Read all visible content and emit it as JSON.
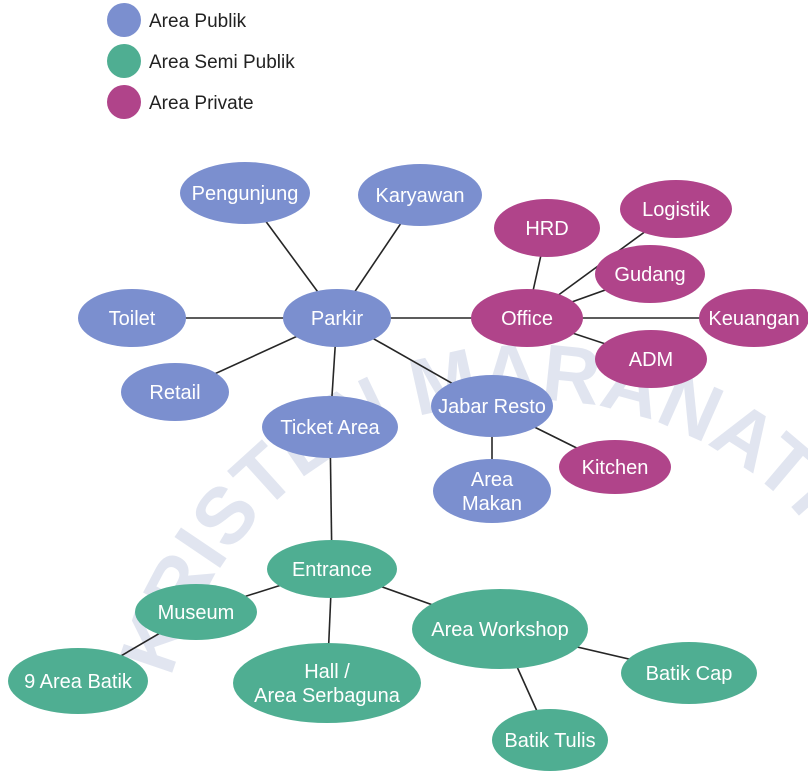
{
  "colors": {
    "publik": "#7b8fcf",
    "semi_publik": "#4fae92",
    "private": "#b0448a"
  },
  "legend": [
    {
      "key": "publik",
      "label": "Area Publik"
    },
    {
      "key": "semi_publik",
      "label": "Area Semi Publik"
    },
    {
      "key": "private",
      "label": "Area Private"
    }
  ],
  "watermark": {
    "text": "KRISTEN MARANATHA"
  },
  "nodes": [
    {
      "id": "pengunjung",
      "lines": [
        "Pengunjung"
      ],
      "zone": "publik"
    },
    {
      "id": "karyawan",
      "lines": [
        "Karyawan"
      ],
      "zone": "publik"
    },
    {
      "id": "toilet",
      "lines": [
        "Toilet"
      ],
      "zone": "publik"
    },
    {
      "id": "parkir",
      "lines": [
        "Parkir"
      ],
      "zone": "publik"
    },
    {
      "id": "retail",
      "lines": [
        "Retail"
      ],
      "zone": "publik"
    },
    {
      "id": "ticket-area",
      "lines": [
        "Ticket Area"
      ],
      "zone": "publik"
    },
    {
      "id": "jabar-resto",
      "lines": [
        "Jabar Resto"
      ],
      "zone": "publik"
    },
    {
      "id": "area-makan",
      "lines": [
        "Area",
        "Makan"
      ],
      "zone": "publik"
    },
    {
      "id": "hrd",
      "lines": [
        "HRD"
      ],
      "zone": "private"
    },
    {
      "id": "logistik",
      "lines": [
        "Logistik"
      ],
      "zone": "private"
    },
    {
      "id": "gudang",
      "lines": [
        "Gudang"
      ],
      "zone": "private"
    },
    {
      "id": "office",
      "lines": [
        "Office"
      ],
      "zone": "private"
    },
    {
      "id": "keuangan",
      "lines": [
        "Keuangan"
      ],
      "zone": "private"
    },
    {
      "id": "adm",
      "lines": [
        "ADM"
      ],
      "zone": "private"
    },
    {
      "id": "kitchen",
      "lines": [
        "Kitchen"
      ],
      "zone": "private"
    },
    {
      "id": "entrance",
      "lines": [
        "Entrance"
      ],
      "zone": "semi_publik"
    },
    {
      "id": "museum",
      "lines": [
        "Museum"
      ],
      "zone": "semi_publik"
    },
    {
      "id": "area-workshop",
      "lines": [
        "Area Workshop"
      ],
      "zone": "semi_publik"
    },
    {
      "id": "9-area-batik",
      "lines": [
        "9 Area Batik"
      ],
      "zone": "semi_publik"
    },
    {
      "id": "hall",
      "lines": [
        "Hall /",
        "Area Serbaguna"
      ],
      "zone": "semi_publik"
    },
    {
      "id": "batik-cap",
      "lines": [
        "Batik Cap"
      ],
      "zone": "semi_publik"
    },
    {
      "id": "batik-tulis",
      "lines": [
        "Batik Tulis"
      ],
      "zone": "semi_publik"
    }
  ],
  "edges": [
    [
      "parkir",
      "pengunjung"
    ],
    [
      "parkir",
      "karyawan"
    ],
    [
      "parkir",
      "toilet"
    ],
    [
      "parkir",
      "retail"
    ],
    [
      "parkir",
      "ticket-area"
    ],
    [
      "parkir",
      "jabar-resto"
    ],
    [
      "parkir",
      "office"
    ],
    [
      "office",
      "hrd"
    ],
    [
      "office",
      "logistik"
    ],
    [
      "office",
      "gudang"
    ],
    [
      "office",
      "keuangan"
    ],
    [
      "office",
      "adm"
    ],
    [
      "jabar-resto",
      "area-makan"
    ],
    [
      "jabar-resto",
      "kitchen"
    ],
    [
      "ticket-area",
      "entrance"
    ],
    [
      "entrance",
      "museum"
    ],
    [
      "entrance",
      "hall"
    ],
    [
      "entrance",
      "area-workshop"
    ],
    [
      "museum",
      "9-area-batik"
    ],
    [
      "area-workshop",
      "batik-cap"
    ],
    [
      "area-workshop",
      "batik-tulis"
    ]
  ]
}
